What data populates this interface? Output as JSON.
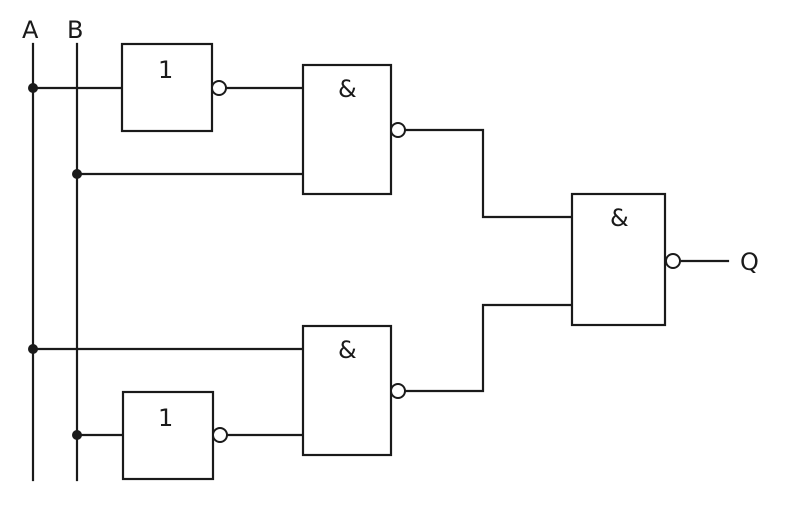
{
  "inputs": {
    "a": "A",
    "b": "B"
  },
  "output": "Q",
  "gates": {
    "not_top": {
      "symbol": "1"
    },
    "and_top": {
      "symbol": "&"
    },
    "and_out": {
      "symbol": "&"
    },
    "and_bottom": {
      "symbol": "&"
    },
    "not_bottom": {
      "symbol": "1"
    }
  }
}
